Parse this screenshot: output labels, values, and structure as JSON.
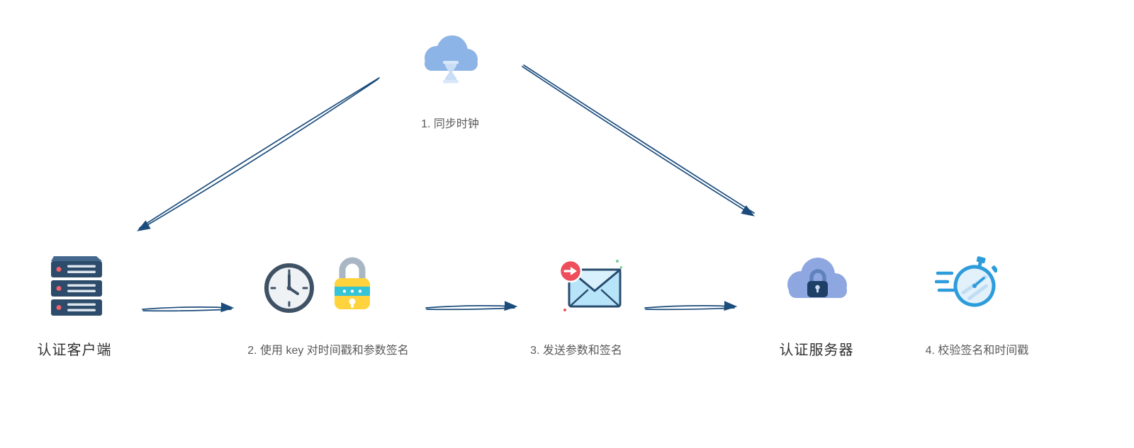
{
  "diagram": {
    "type": "flow",
    "background": "#ffffff",
    "nodes": {
      "clock_sync": {
        "label": "1. 同步时钟",
        "icon": "cloud-hourglass-icon"
      },
      "client": {
        "label": "认证客户端",
        "icon": "server-icon"
      },
      "sign": {
        "label": "2. 使用 key 对时间戳和参数签名",
        "icons": [
          "clock-icon",
          "padlock-icon"
        ]
      },
      "send": {
        "label": "3. 发送参数和签名",
        "icon": "envelope-send-icon"
      },
      "server": {
        "label": "认证服务器",
        "icon": "cloud-lock-icon"
      },
      "verify": {
        "label": "4. 校验签名和时间戳",
        "icon": "stopwatch-icon"
      }
    },
    "edges": [
      {
        "from": "clock_sync",
        "to": "client",
        "name": "arrow-sync-to-client"
      },
      {
        "from": "clock_sync",
        "to": "server",
        "name": "arrow-sync-to-server"
      },
      {
        "from": "client",
        "to": "sign",
        "name": "arrow-client-to-sign"
      },
      {
        "from": "sign",
        "to": "send",
        "name": "arrow-sign-to-send"
      },
      {
        "from": "send",
        "to": "server",
        "name": "arrow-send-to-server"
      }
    ],
    "colors": {
      "arrow": "#1c4c7c",
      "cloud_sync": "#8db4e6",
      "cloud_server": "#8fa7e0",
      "hourglass": "#c9ddf6",
      "server_unit": "#2d4b6a",
      "server_light": "#f2606b",
      "lock_body": "#ffd33d",
      "lock_band": "#35c3d6",
      "lock_shackle": "#a9b6c3",
      "envelope": "#b8e4fa",
      "badge_red": "#ee4d5b",
      "stopwatch_blue": "#2d9cdb",
      "step_text": "#5a5a5a",
      "title_text": "#2f2f2f"
    }
  }
}
